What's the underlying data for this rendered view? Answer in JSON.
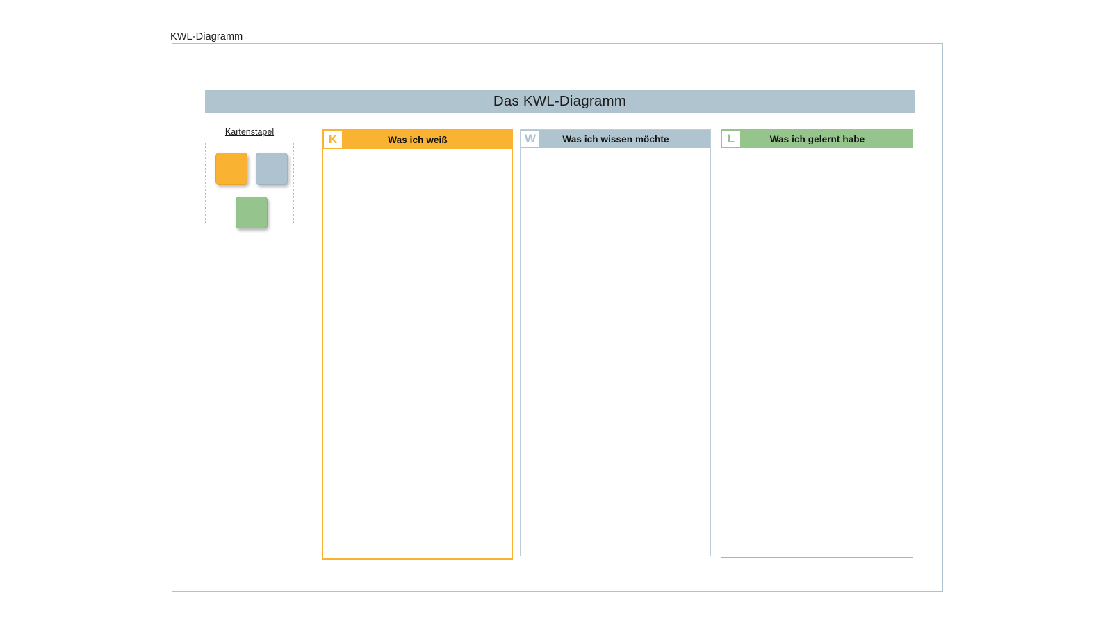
{
  "page": {
    "title": "KWL-Diagramm"
  },
  "banner": {
    "text": "Das KWL-Diagramm",
    "color": "#afc4ce"
  },
  "card_stack": {
    "label": "Kartenstapel",
    "cards": [
      {
        "name": "card-orange",
        "color": "#f9b231"
      },
      {
        "name": "card-blue",
        "color": "#aec3cf"
      },
      {
        "name": "card-green",
        "color": "#95c48c"
      }
    ]
  },
  "columns": [
    {
      "key": "K",
      "badge": "K",
      "title": "Was ich weiß",
      "color": "#f9b231",
      "items": []
    },
    {
      "key": "W",
      "badge": "W",
      "title": "Was ich wissen möchte",
      "color": "#afc4ce",
      "items": []
    },
    {
      "key": "L",
      "badge": "L",
      "title": "Was ich gelernt habe",
      "color": "#95c48c",
      "items": []
    }
  ]
}
